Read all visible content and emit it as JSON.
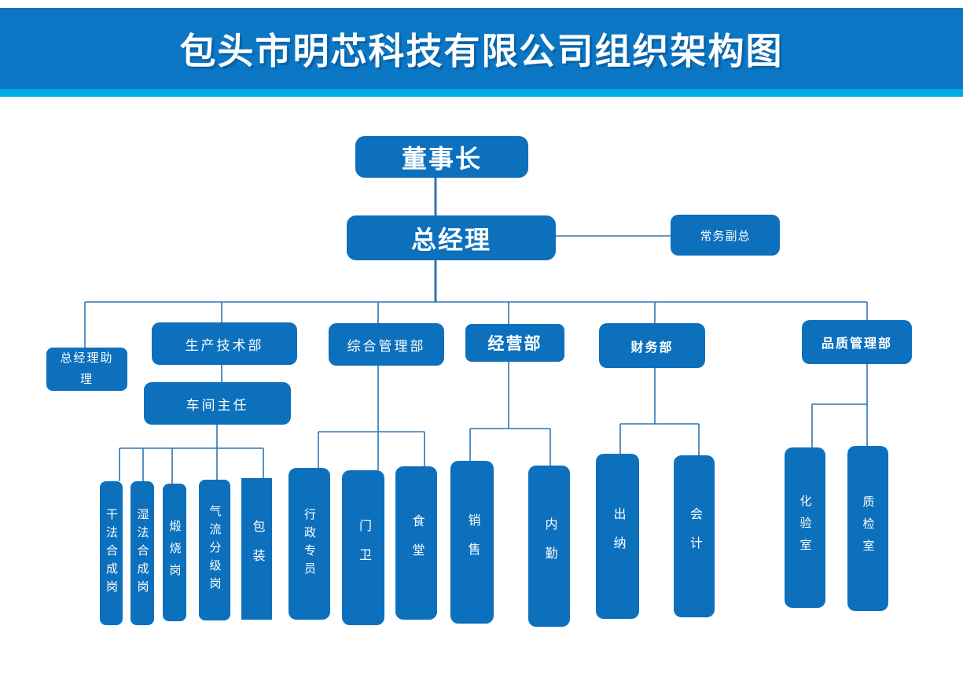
{
  "title": "包头市明芯科技有限公司组织架构图",
  "colors": {
    "banner": "#0B76C4",
    "strip": "#00A9E8",
    "node": "#0C70BD",
    "line": "#2E75B6"
  },
  "nodes": {
    "chairman": "董事长",
    "general_manager": "总经理",
    "deputy_gm": "常务副总",
    "gm_assistant": "总经理助理",
    "production_tech_dept": "生产技术部",
    "workshop_director": "车间主任",
    "general_admin_dept": "综合管理部",
    "business_dept": "经营部",
    "finance_dept": "财务部",
    "quality_dept": "品质管理部",
    "dry_synthesis": "干法合成岗",
    "wet_synthesis": "湿法合成岗",
    "calcination": "煅烧岗",
    "airflow_grading": "气流分级岗",
    "packaging": "包装",
    "admin_specialist": "行政专员",
    "gatekeeper": "门卫",
    "canteen": "食堂",
    "sales": "销售",
    "office_support": "内勤",
    "cashier": "出纳",
    "accountant": "会计",
    "lab": "化验室",
    "quality_inspection": "质检室"
  }
}
